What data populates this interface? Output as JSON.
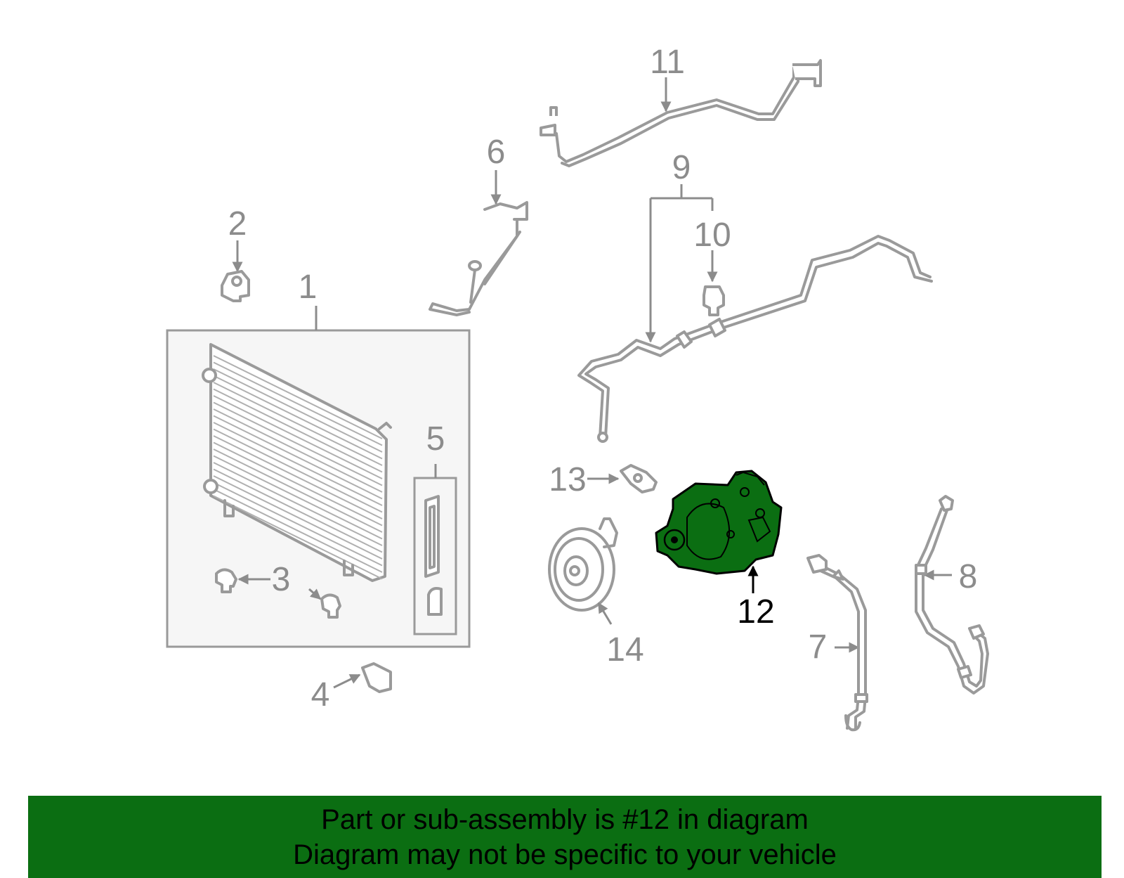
{
  "callouts": {
    "c1": "1",
    "c2": "2",
    "c3": "3",
    "c4": "4",
    "c5": "5",
    "c6": "6",
    "c7": "7",
    "c8": "8",
    "c9": "9",
    "c10": "10",
    "c11": "11",
    "c12": "12",
    "c13": "13",
    "c14": "14"
  },
  "highlighted_part": "12",
  "colors": {
    "highlight_part": "#0b6e12",
    "banner": "#0b6e12",
    "part_lines": "#9a9a9a",
    "callout_text": "#8c8c8c"
  },
  "banner": {
    "line1": "Part or sub-assembly is #12 in diagram",
    "line2": "Diagram may not be specific to your vehicle"
  }
}
